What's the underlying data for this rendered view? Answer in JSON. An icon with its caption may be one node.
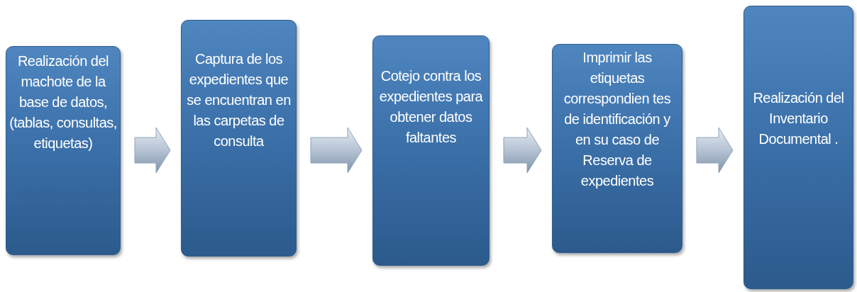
{
  "diagram": {
    "nodes": [
      {
        "text": [
          "Realización del machote de la base de datos, (tablas, consultas, etiquetas)"
        ]
      },
      {
        "text": [
          "Captura de los expedientes que se encuentran en las carpetas de consulta"
        ]
      },
      {
        "text": [
          "Cotejo contra los expedientes para obtener datos faltantes"
        ]
      },
      {
        "text": [
          "Imprimir las etiquetas correspondien tes de identificación y en su caso de Reserva de expedientes"
        ]
      },
      {
        "text": [
          "Realización del Inventario Documental ."
        ]
      }
    ],
    "edges": [
      {
        "from": 0,
        "to": 1,
        "arrow": "to"
      },
      {
        "from": 1,
        "to": 2,
        "arrow": "to"
      },
      {
        "from": 2,
        "to": 3,
        "arrow": "to"
      },
      {
        "from": 3,
        "to": 4,
        "arrow": "to"
      }
    ]
  }
}
